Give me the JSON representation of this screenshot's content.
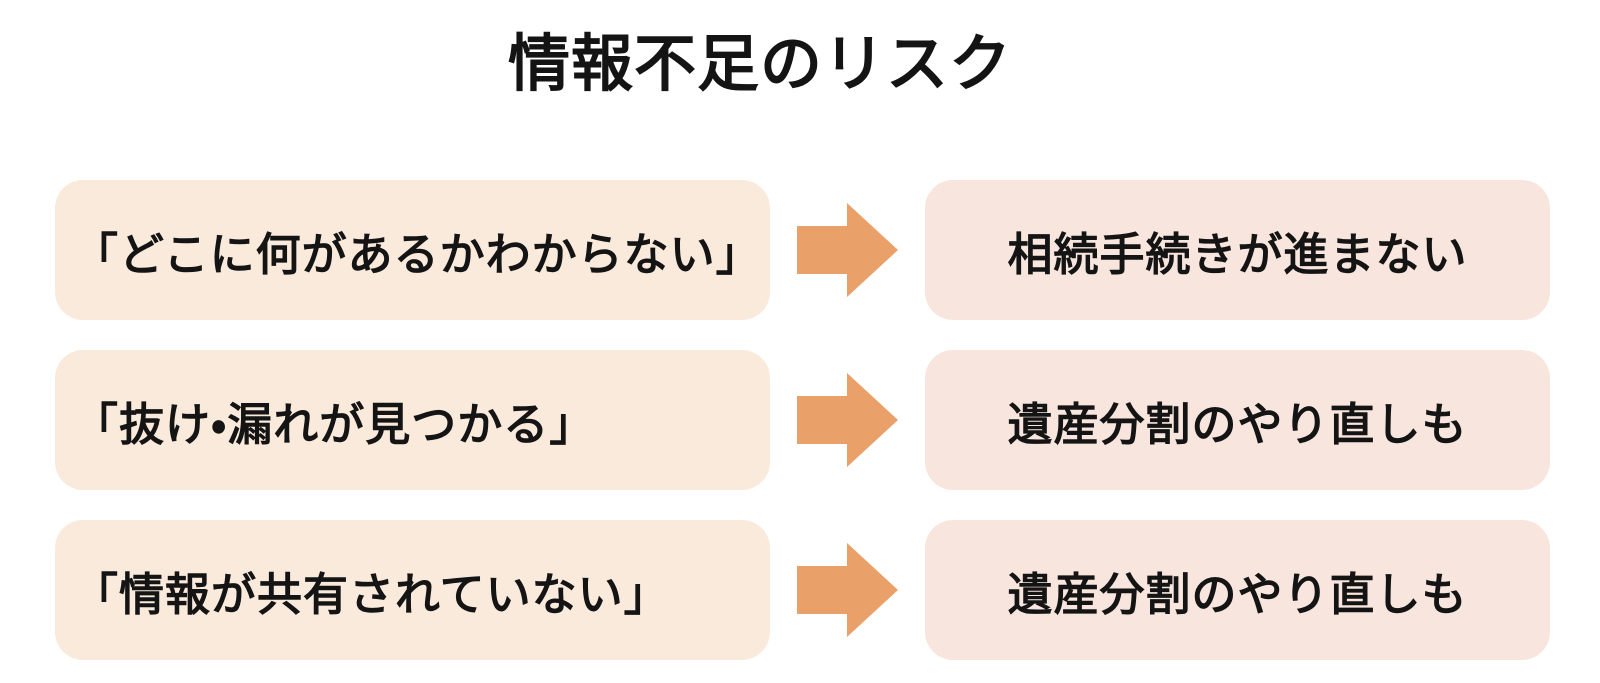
{
  "title": "情報不足のリスク",
  "rows": [
    {
      "cause": "「どこに何があるかわからない」",
      "effect": "相続手続きが進まない"
    },
    {
      "cause": "「抜け・漏れが見つかる」",
      "effect": "遺産分割のやり直しも"
    },
    {
      "cause": "「情報が共有されていない」",
      "effect": "遺産分割のやり直しも"
    }
  ],
  "icons": {
    "arrow": "right-block-arrow"
  },
  "colors": {
    "cause_box": "#faeadc",
    "effect_box": "#f8e6de",
    "arrow": "#e9a169",
    "text": "#141414",
    "background": "#ffffff"
  }
}
